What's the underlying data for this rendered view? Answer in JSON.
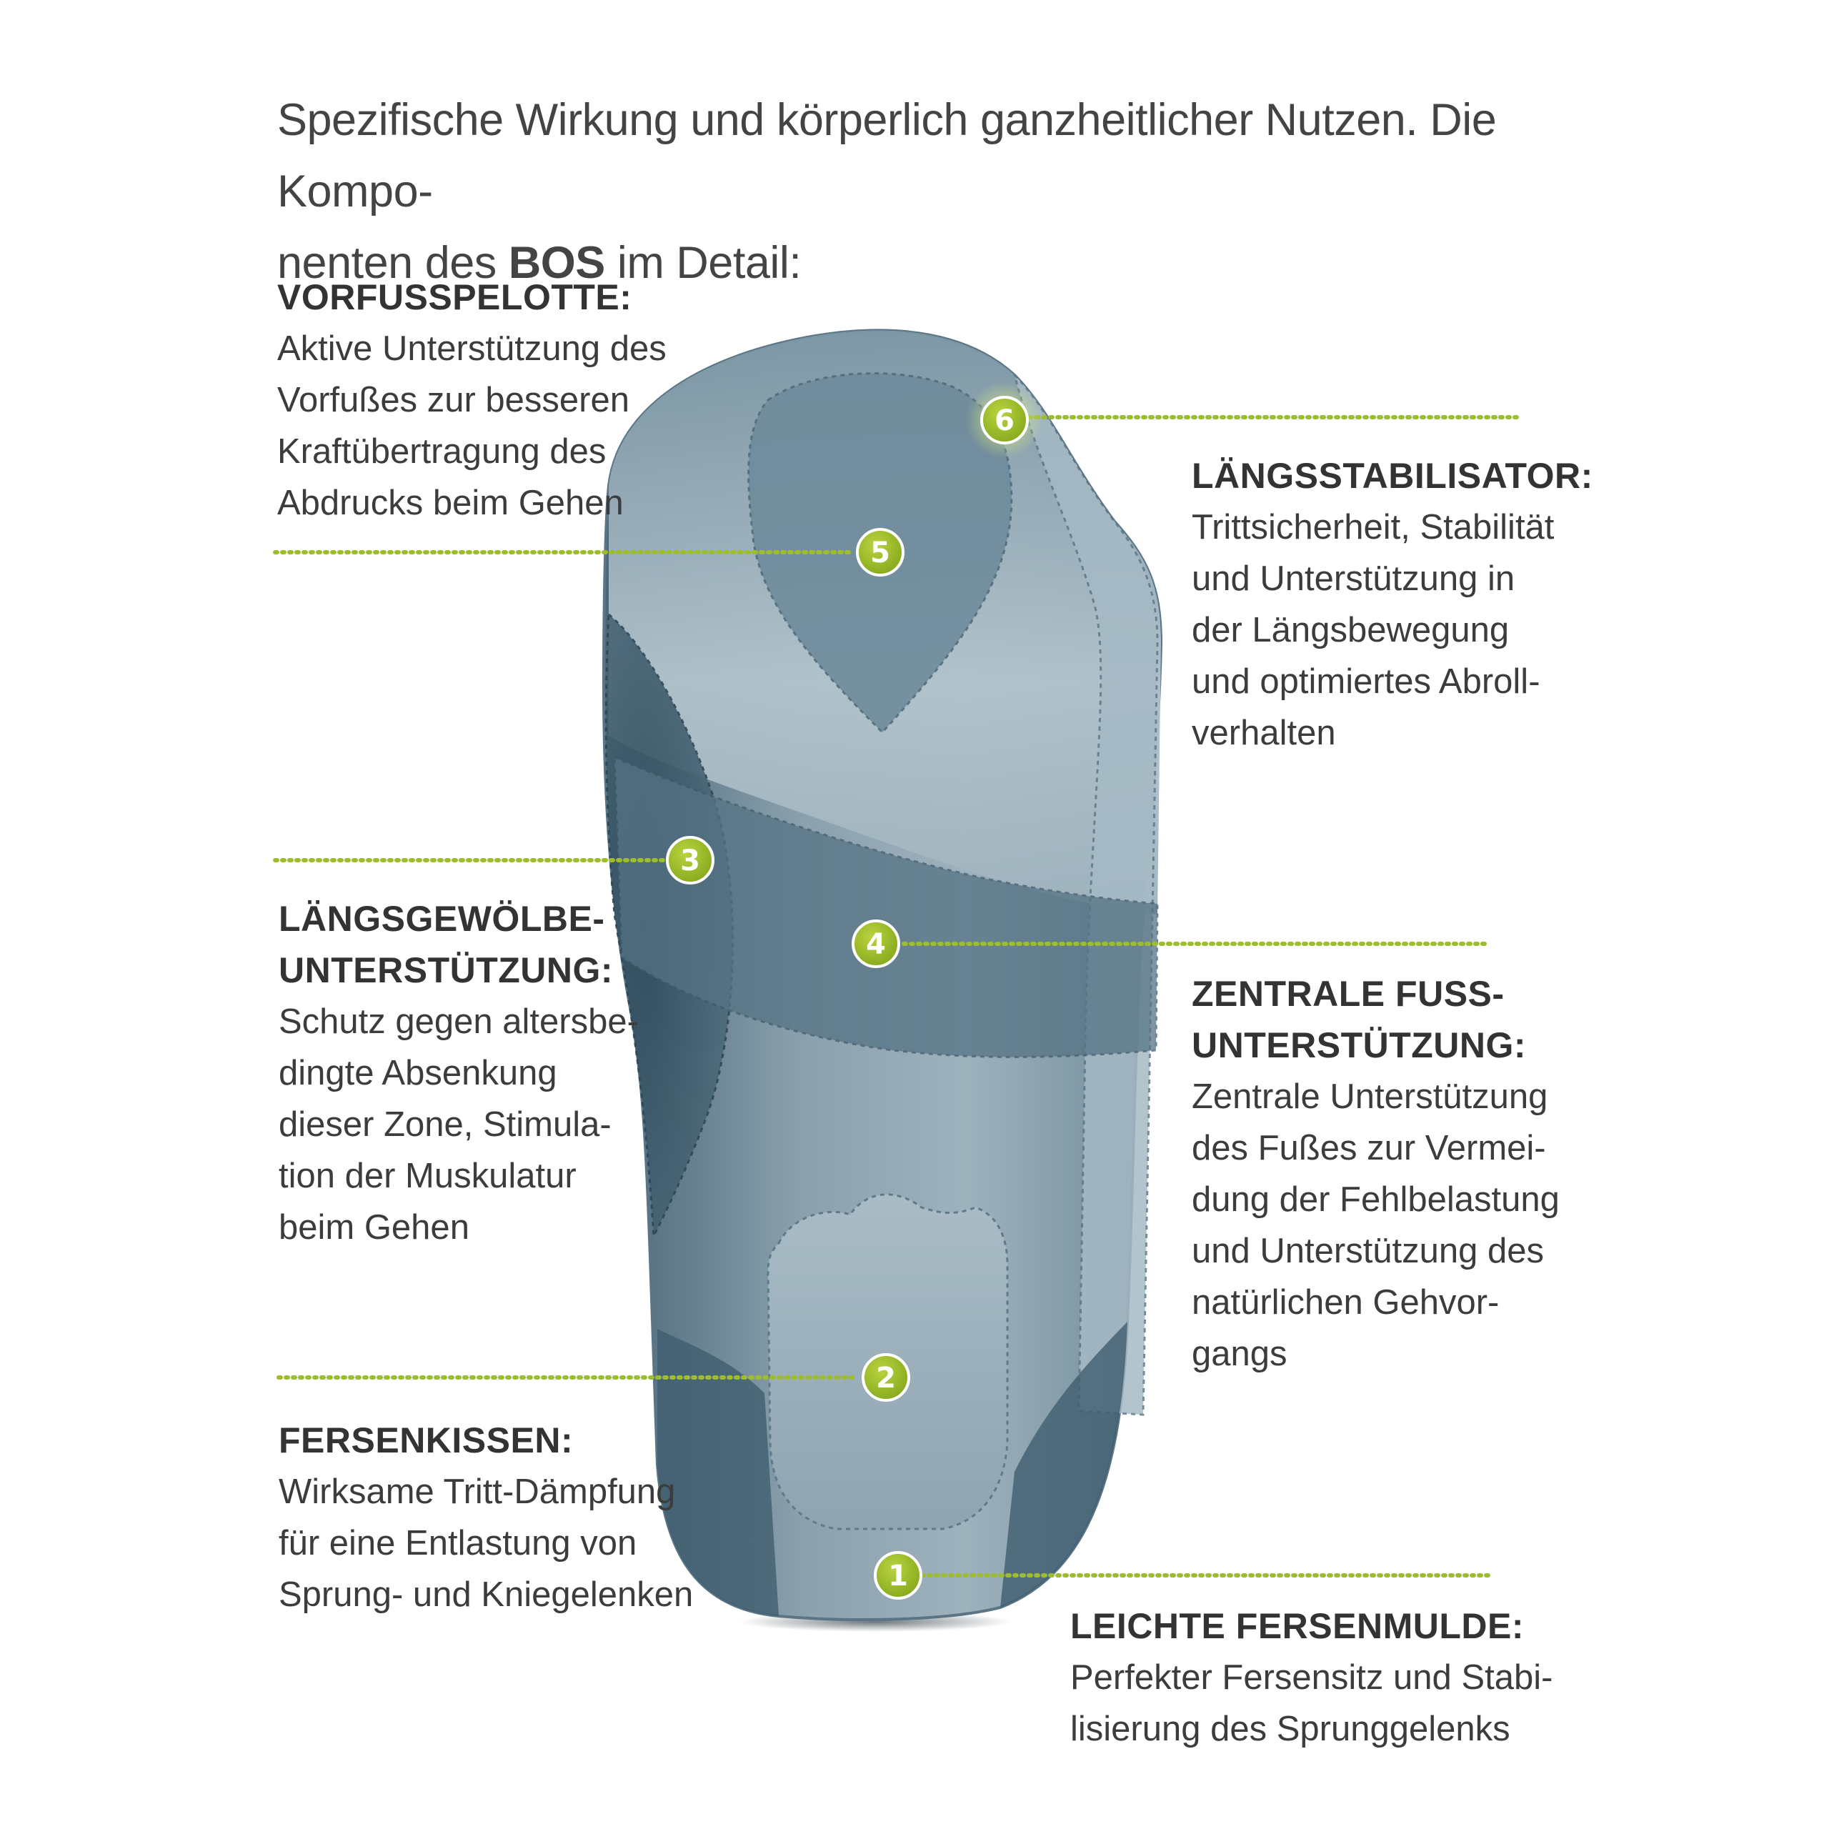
{
  "intro": {
    "line1": "Spezifische Wirkung und körperlich ganzheitlicher Nutzen. Die Kompo-",
    "line2_before": "nenten des ",
    "line2_bold": "BOS",
    "line2_after": " im Detail:"
  },
  "markers": [
    {
      "number": "1",
      "name": "LEICHTE FERSENMULDE:"
    },
    {
      "number": "2",
      "name": "FERSENKISSEN:"
    },
    {
      "number": "3",
      "name": "LÄNGSGEWÖLBE-UNTERSTÜTZUNG:"
    },
    {
      "number": "4",
      "name": "ZENTRALE FUSS-UNTERSTÜTZUNG:"
    },
    {
      "number": "5",
      "name": "VORFUSSPELOTTE:"
    },
    {
      "number": "6",
      "name": "LÄNGSSTABILISATOR:"
    }
  ],
  "labels": {
    "vorfuss": {
      "title": "VORFUSSPELOTTE:",
      "lines": [
        "Aktive Unterstützung des",
        "Vorfußes zur besseren",
        "Kraftübertragung des",
        "Abdrucks beim Gehen"
      ]
    },
    "laengsstabilisator": {
      "title": "LÄNGSSTABILISATOR:",
      "lines": [
        "Trittsicherheit, Stabilität",
        "und Unterstützung in",
        "der Längsbewegung",
        "und optimiertes Abroll-",
        "verhalten"
      ]
    },
    "laengsgewoelbe": {
      "title_lines": [
        "LÄNGSGEWÖLBE-",
        "UNTERSTÜTZUNG:"
      ],
      "lines": [
        "Schutz gegen altersbe-",
        "dingte Absenkung",
        "dieser Zone, Stimula-",
        "tion der Muskulatur",
        "beim Gehen"
      ]
    },
    "zentrale": {
      "title_lines": [
        "ZENTRALE FUSS-",
        "UNTERSTÜTZUNG:"
      ],
      "lines": [
        "Zentrale Unterstützung",
        "des Fußes zur Vermei-",
        "dung der Fehlbelastung",
        "und Unterstützung des",
        "natürlichen Gehvor-",
        "gangs"
      ]
    },
    "fersenkissen": {
      "title": "FERSENKISSEN:",
      "lines": [
        "Wirksame Tritt-Dämpfung",
        "für eine Entlastung von",
        "Sprung- und Kniegelenken"
      ]
    },
    "fersenmulde": {
      "title": "LEICHTE FERSENMULDE:",
      "lines": [
        "Perfekter Fersensitz und Stabi-",
        "lisierung des Sprunggelenks"
      ]
    }
  },
  "colors": {
    "accent_green": "#9dbd2e",
    "insole_dark": "#3f5d6e",
    "insole_mid": "#7f98a6",
    "insole_light": "#c4d1d8",
    "text": "#3a3a3a"
  }
}
